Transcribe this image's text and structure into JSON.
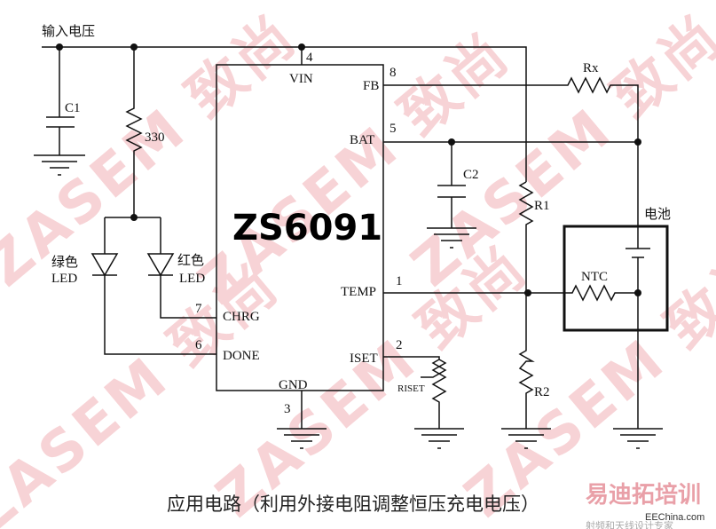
{
  "labels": {
    "input_voltage": "输入电压",
    "c1": "C1",
    "r330": "330",
    "green_led_1": "绿色",
    "green_led_2": "LED",
    "red_led_1": "红色",
    "red_led_2": "LED",
    "chip": "ZS6091",
    "pin4": "4",
    "vin": "VIN",
    "pin8": "8",
    "fb": "FB",
    "pin5": "5",
    "bat": "BAT",
    "pin1": "1",
    "temp": "TEMP",
    "pin7": "7",
    "chrg": "CHRG",
    "pin6": "6",
    "done": "DONE",
    "pin2": "2",
    "iset": "ISET",
    "gnd": "GND",
    "pin3": "3",
    "rx": "Rx",
    "c2": "C2",
    "r1": "R1",
    "r2": "R2",
    "riset": "RISET",
    "battery": "电池",
    "ntc": "NTC"
  },
  "caption": "应用电路（利用外接电阻调整恒压充电电压）",
  "watermark": "ZASEM 致尚",
  "logo": {
    "main": "易迪拓培训",
    "site": "EEChina.com",
    "sub": "射频和天线设计专家"
  }
}
